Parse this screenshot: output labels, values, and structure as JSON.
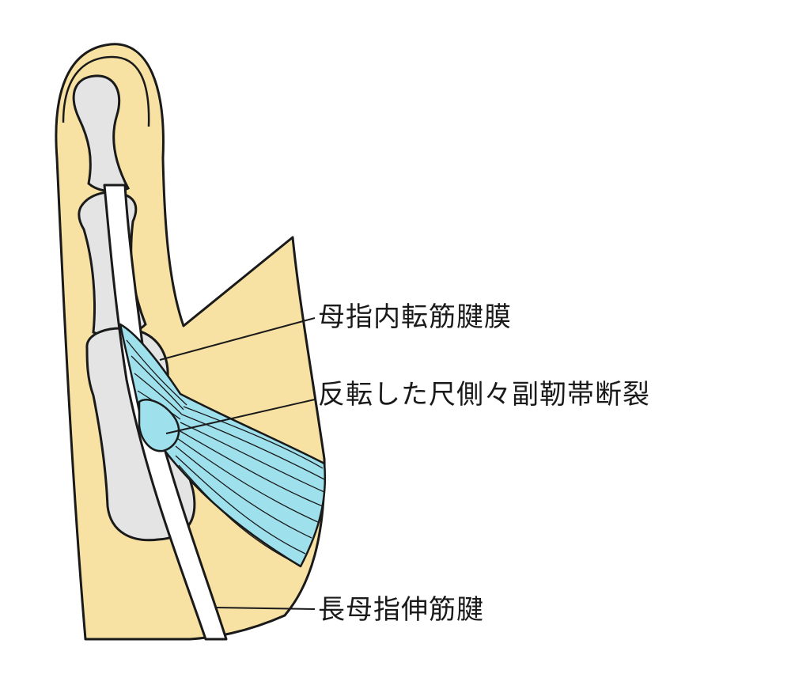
{
  "labels": {
    "adductor_aponeurosis": "母指内転筋腱膜",
    "ucl_rupture": "反転した尺側々副靭帯断裂",
    "epl_tendon": "長母指伸筋腱"
  },
  "colors": {
    "skin": "#f7e2a4",
    "bone": "#e4e4e4",
    "ligament": "#9ee0ec",
    "outline": "#1a1a1a"
  }
}
